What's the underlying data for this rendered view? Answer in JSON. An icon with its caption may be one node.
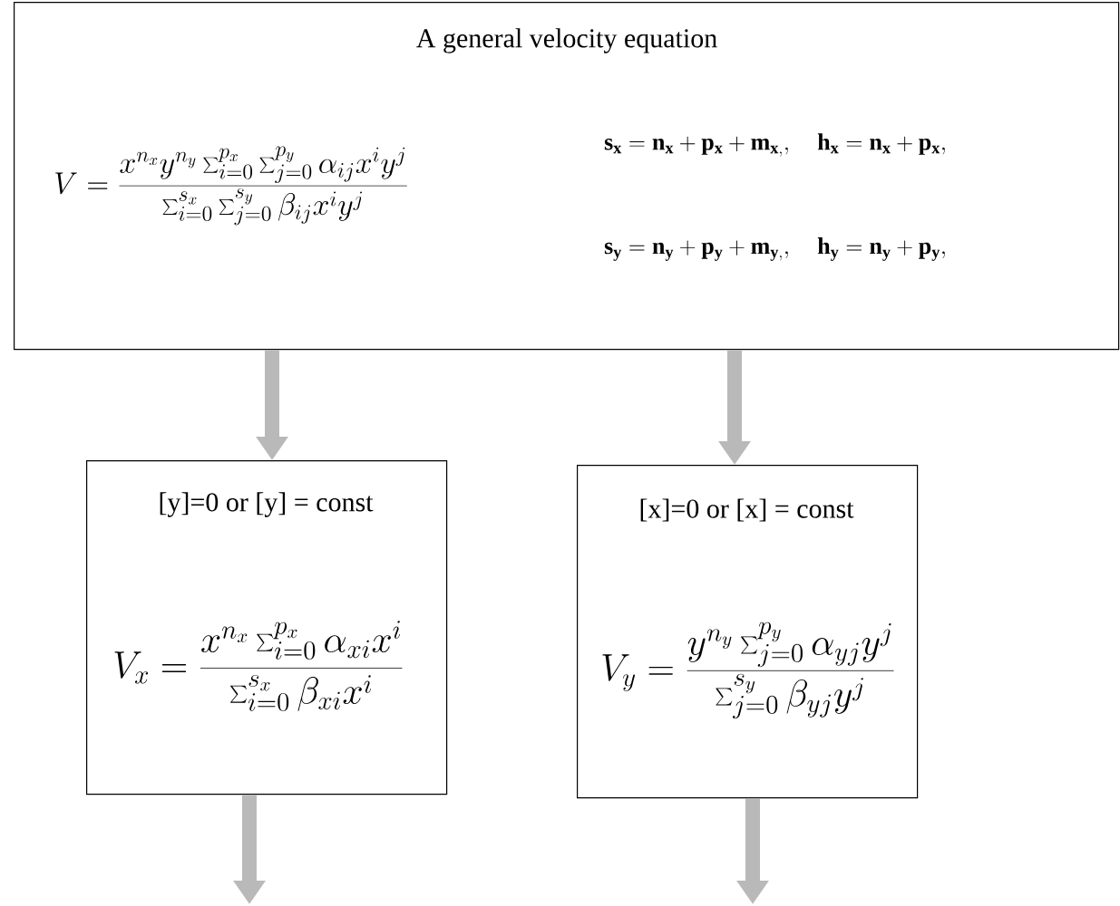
{
  "diagram": {
    "nodes": [
      {
        "text": [
          "A general velocity equation",
          "V = \\frac{x^{n_x} y^{n_y} \\sum_{i=0}^{p_x}\\sum_{j=0}^{p_y} \\alpha_{ij} x^i y^j}{\\sum_{i=0}^{s_x}\\sum_{j=0}^{s_y} \\beta_{ij} x^i y^j}",
          "\\mathbf{s_x = n_x + p_x + m_{x,},\\quad h_x = n_x + p_x,}",
          "\\mathbf{s_y = n_y + p_y + m_{y,},\\quad h_y = n_y + p_y,}"
        ]
      },
      {
        "text": [
          "[y]=0 or  [y] = const",
          "V_x = \\frac{x^{n_x} \\sum_{i=0}^{p_x} \\alpha_{xi} x^i}{\\sum_{i=0}^{s_x} \\beta_{xi} x^i}"
        ]
      },
      {
        "text": [
          "[x]=0 or  [x] = const",
          "V_y = \\frac{y^{n_y} \\sum_{j=0}^{p_y} \\alpha_{yj} y^j}{\\sum_{j=0}^{s_y} \\beta_{yj} y^j}"
        ]
      }
    ],
    "edges": [
      {
        "from": 0,
        "to": 1,
        "arrow": "to"
      },
      {
        "from": 0,
        "to": 2,
        "arrow": "to"
      },
      {
        "from": 1,
        "to": null,
        "arrow": "to"
      },
      {
        "from": 2,
        "to": null,
        "arrow": "to"
      }
    ]
  }
}
